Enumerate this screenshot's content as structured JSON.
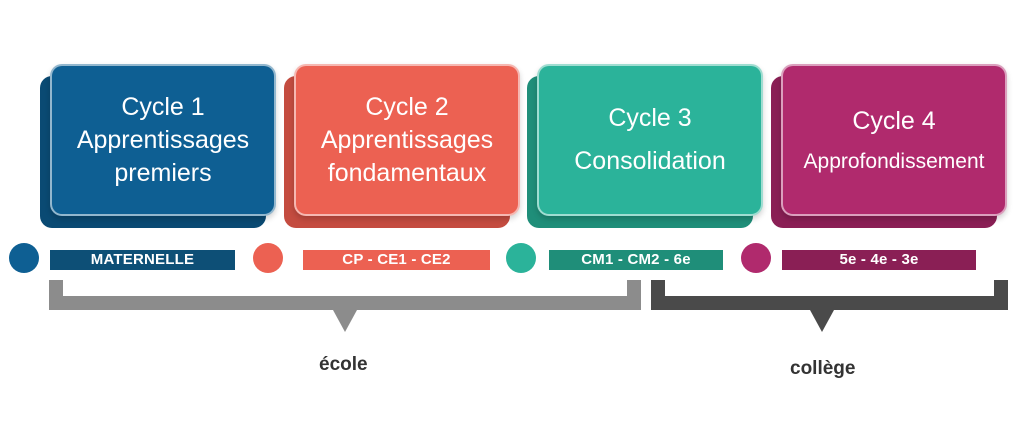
{
  "cycles": [
    {
      "title": "Cycle 1",
      "subtitle": "Apprentissages\npremiers",
      "color": "#0e5f93",
      "level": "MATERNELLE"
    },
    {
      "title": "Cycle 2",
      "subtitle": "Apprentissages\nfondamentaux",
      "color": "#ec6152",
      "level": "CP - CE1 - CE2"
    },
    {
      "title": "Cycle 3",
      "subtitle": "Consolidation",
      "color": "#2bb39a",
      "level": "CM1 - CM2 - 6e"
    },
    {
      "title": "Cycle 4",
      "subtitle": "Approfondissement",
      "color": "#b02a6d",
      "level": "5e - 4e - 3e"
    }
  ],
  "groups": [
    {
      "label": "école",
      "color": "#8c8c8c"
    },
    {
      "label": "collège",
      "color": "#4a4a4a"
    }
  ]
}
